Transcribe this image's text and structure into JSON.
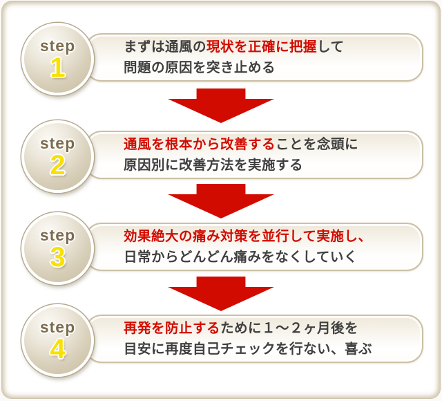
{
  "colors": {
    "accent_red": "#d20b00",
    "arrow_red": "#d20b00",
    "badge_text_brown": "#7c6c4e",
    "badge_number_yellow": "#f8e100",
    "body_text": "#3f3f3f",
    "panel_border": "#cfc5ae",
    "pill_border": "#cbc0a5"
  },
  "steps": [
    {
      "badge": "step",
      "number": "1",
      "lines": [
        [
          {
            "text": "まずは通風の",
            "color": "black"
          },
          {
            "text": "現状を正確に把握",
            "color": "red"
          },
          {
            "text": "して",
            "color": "black"
          }
        ],
        [
          {
            "text": "問題の原因を突き止める",
            "color": "black"
          }
        ]
      ]
    },
    {
      "badge": "step",
      "number": "2",
      "lines": [
        [
          {
            "text": "通風を根本から改善する",
            "color": "red"
          },
          {
            "text": "ことを念頭に",
            "color": "black"
          }
        ],
        [
          {
            "text": "原因別に改善方法を実施する",
            "color": "black"
          }
        ]
      ]
    },
    {
      "badge": "step",
      "number": "3",
      "lines": [
        [
          {
            "text": "効果絶大の痛み対策を並行して実施し、",
            "color": "red"
          }
        ],
        [
          {
            "text": "日常からどんどん痛みをなくしていく",
            "color": "black"
          }
        ]
      ]
    },
    {
      "badge": "step",
      "number": "4",
      "lines": [
        [
          {
            "text": "再発を防止する",
            "color": "red"
          },
          {
            "text": "ために１～２ヶ月後を",
            "color": "black"
          }
        ],
        [
          {
            "text": "目安に再度自己チェックを行ない、喜ぶ",
            "color": "black"
          }
        ]
      ]
    }
  ]
}
